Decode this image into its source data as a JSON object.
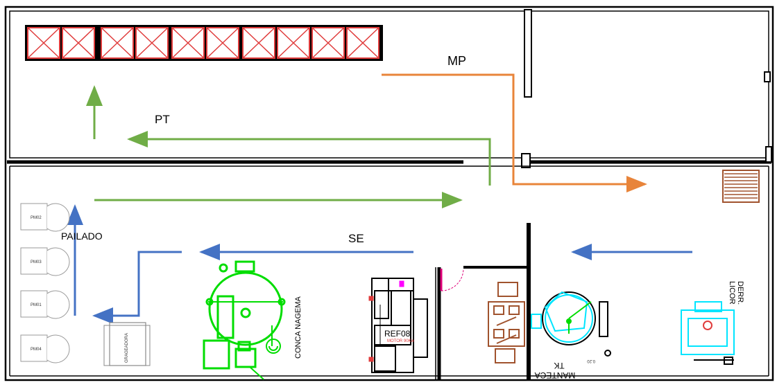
{
  "flows": {
    "mp": "MP",
    "pt": "PT",
    "se": "SE",
    "pailado": "PAILADO"
  },
  "equipment": {
    "pm02": "PM02",
    "pm03": "PM03",
    "pm01": "PM01",
    "pm04": "PM04",
    "grageadora": "GRAGEADORA",
    "conca": "CONCA NAGEMA",
    "ref08": "REF08",
    "ref08_sub": "MOTOR 90Kw",
    "tk_line1": "TK",
    "tk_line2": "MANTECA",
    "dim": "0.20",
    "derr_line1": "DERR.",
    "derr_line2": "LICOR"
  },
  "colors": {
    "mp_arrow": "#e8843a",
    "pt_arrow": "#70ad47",
    "se_arrow": "#4472c4",
    "rack": "#e03b3b",
    "vessel": "#00dd00",
    "cyan": "#00e5ff",
    "brown": "#a0522d"
  }
}
